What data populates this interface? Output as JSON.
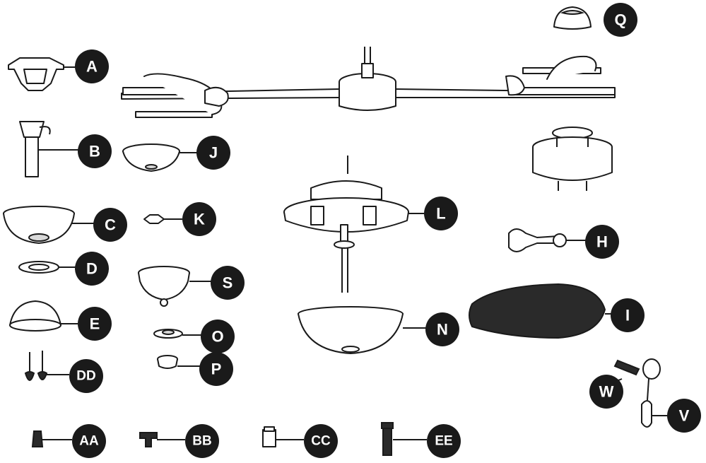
{
  "callouts": [
    {
      "id": "Q",
      "label": "Q"
    },
    {
      "id": "A",
      "label": "A"
    },
    {
      "id": "B",
      "label": "B"
    },
    {
      "id": "J",
      "label": "J"
    },
    {
      "id": "C",
      "label": "C"
    },
    {
      "id": "K",
      "label": "K"
    },
    {
      "id": "L",
      "label": "L"
    },
    {
      "id": "H",
      "label": "H"
    },
    {
      "id": "D",
      "label": "D"
    },
    {
      "id": "S",
      "label": "S"
    },
    {
      "id": "E",
      "label": "E"
    },
    {
      "id": "N",
      "label": "N"
    },
    {
      "id": "I",
      "label": "I"
    },
    {
      "id": "O",
      "label": "O"
    },
    {
      "id": "P",
      "label": "P"
    },
    {
      "id": "DD",
      "label": "DD"
    },
    {
      "id": "W",
      "label": "W"
    },
    {
      "id": "V",
      "label": "V"
    },
    {
      "id": "AA",
      "label": "AA"
    },
    {
      "id": "BB",
      "label": "BB"
    },
    {
      "id": "CC",
      "label": "CC"
    },
    {
      "id": "EE",
      "label": "EE"
    }
  ]
}
